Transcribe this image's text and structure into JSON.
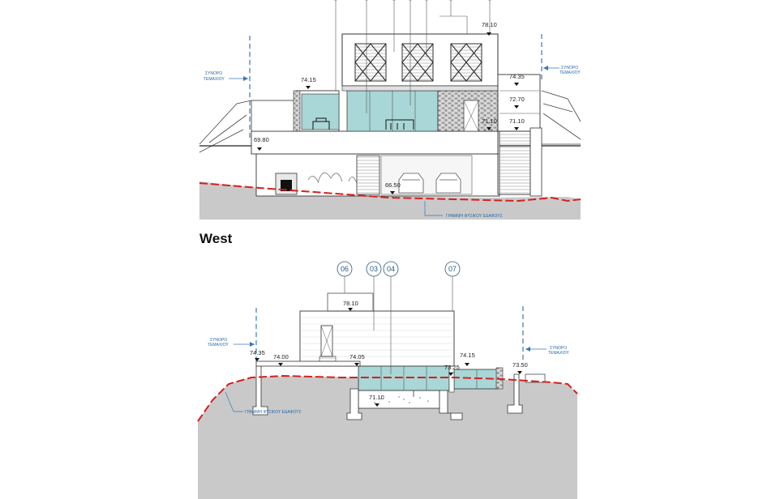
{
  "section_heading": "West",
  "upper_elevation": {
    "levels": [
      "78.10",
      "74.15",
      "74.35",
      "72.70",
      "71.10",
      "71.10",
      "69.80",
      "66.50"
    ],
    "boundary_label": [
      "ΣΥΝΟΡΟ",
      "ΤΕΜΑΧΙΟΥ"
    ],
    "ground_label": "ΓΡΑΜΜΗ ΦΥΣΙΚΟΥ ΕΔΑΦΟΥΣ"
  },
  "lower_elevation": {
    "callouts": [
      "06",
      "03",
      "04",
      "07"
    ],
    "levels": [
      "78.10",
      "74.35",
      "74.00",
      "74.05",
      "74.15",
      "73.25",
      "73.50",
      "71.10"
    ],
    "boundary_label": [
      "ΣΥΝΟΡΟ",
      "ΤΕΜΑΧΙΟΥ"
    ],
    "ground_label": "ΓΡΑΜΜΗ ΦΥΣΙΚΟΥ ΕΔΑΦΟΥΣ"
  },
  "colors": {
    "ground": "#c9c9c9",
    "glass": "#a9d6d6",
    "natural_ground_line": "#d91e1e",
    "boundary_line": "#3b78b5",
    "callout": "#2a5a80"
  }
}
